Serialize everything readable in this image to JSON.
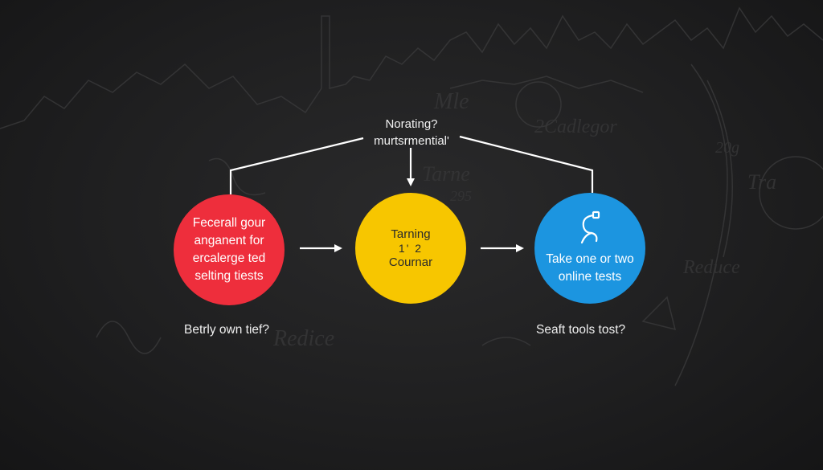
{
  "top_label": {
    "line1": "Norating?",
    "line2": "murtsrmential'"
  },
  "nodes": [
    {
      "lines": [
        "Fecerall gour",
        "anganent for",
        "ercalerge ted",
        "selting tiests"
      ],
      "color": "#ee2e3c"
    },
    {
      "lines": [
        "Tarning",
        "1'  2",
        "Cournar"
      ],
      "color": "#f7c600"
    },
    {
      "icon": "person-icon",
      "lines": [
        "Take one or two",
        "online tests"
      ],
      "color": "#1c95e0"
    }
  ],
  "captions": {
    "left": "Betrly own tief?",
    "right": "Seaft tools tost?"
  },
  "colors": {
    "background": "#1e1e1f",
    "connector": "#ffffff"
  }
}
